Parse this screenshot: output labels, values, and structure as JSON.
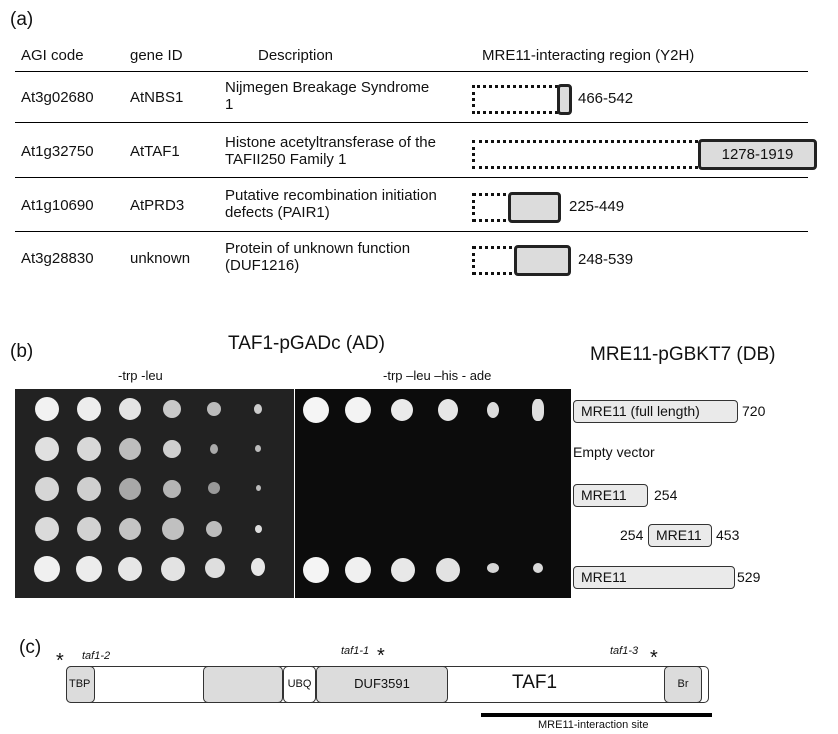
{
  "panel_a": {
    "label": "(a)",
    "headers": {
      "agi": "AGI code",
      "gene": "gene ID",
      "description": "Description",
      "region": "MRE11-interacting region  (Y2H)"
    },
    "rows": [
      {
        "agi": "At3g02680",
        "gene": "AtNBS1",
        "description": "Nijmegen Breakage Syndrome 1",
        "range": "466-542"
      },
      {
        "agi": "At1g32750",
        "gene": "AtTAF1",
        "description": "Histone acetyltransferase of the TAFII250 Family 1",
        "range": "1278-1919"
      },
      {
        "agi": "At1g10690",
        "gene": "AtPRD3",
        "description": "Putative recombination initiation defects (PAIR1)",
        "range": "225-449"
      },
      {
        "agi": "At3g28830",
        "gene": "unknown",
        "description": "Protein of unknown function (DUF1216)",
        "range": "248-539"
      }
    ]
  },
  "panel_b": {
    "label": "(b)",
    "ad_title": "TAF1-pGADc  (AD)",
    "db_title": "MRE11-pGBKT7  (DB)",
    "plate_left_label": "-trp -leu",
    "plate_right_label": "-trp –leu –his - ade",
    "constructs": [
      {
        "label": "MRE11 (full length)",
        "start_label": "",
        "end_label": "720"
      },
      {
        "label": "Empty vector",
        "start_label": "",
        "end_label": ""
      },
      {
        "label": "MRE11",
        "start_label": "",
        "end_label": "254"
      },
      {
        "label": "MRE11",
        "start_label": "254",
        "end_label": "453"
      },
      {
        "label": "MRE11",
        "start_label": "",
        "end_label": "529"
      }
    ]
  },
  "panel_c": {
    "label": "(c)",
    "mutants": [
      "taf1-2",
      "taf1-1",
      "taf1-3"
    ],
    "mutant_marker": "*",
    "domains": {
      "tbp": "TBP",
      "ubq": "UBQ",
      "duf": "DUF3591",
      "taf1": "TAF1",
      "br": "Br"
    },
    "interaction_site": "MRE11-interaction site"
  }
}
